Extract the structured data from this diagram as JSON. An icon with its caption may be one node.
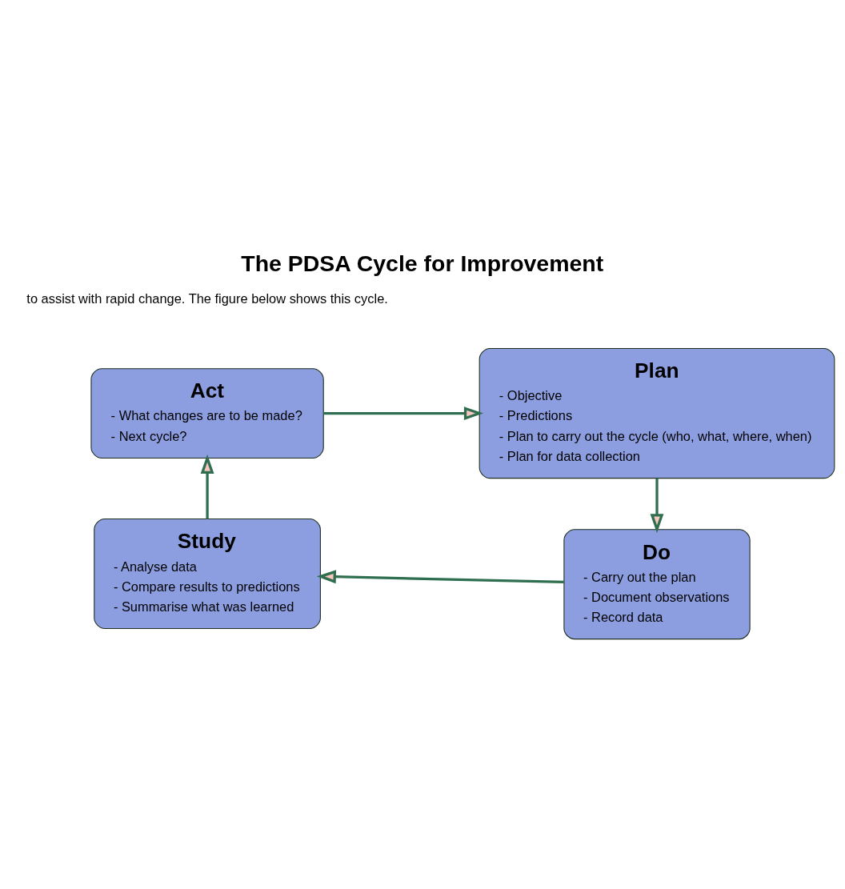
{
  "diagram": {
    "title": "The PDSA Cycle for Improvement",
    "nodes": [
      {
        "text": [
          "Act",
          "- What changes are to be made?",
          "- Next cycle?"
        ]
      },
      {
        "text": [
          "Plan",
          "- Objective",
          "- Predictions",
          "- Plan to carry out the cycle (who, what, where, when)",
          "- Plan for data collection"
        ]
      },
      {
        "text": [
          "Study",
          "- Analyse data",
          "- Compare results to predictions",
          "- Summarise what was learned"
        ]
      },
      {
        "text": [
          "Do",
          "- Carry out the plan",
          "- Document observations",
          "- Record data"
        ]
      }
    ],
    "edges": [
      {
        "from": 0,
        "to": 1,
        "arrow": "to"
      },
      {
        "from": 1,
        "to": 3,
        "arrow": "to"
      },
      {
        "from": 3,
        "to": 2,
        "arrow": "to"
      },
      {
        "from": 2,
        "to": 0,
        "arrow": "to"
      }
    ],
    "labels": [
      "to assist with rapid change. The figure below shows this cycle."
    ]
  }
}
